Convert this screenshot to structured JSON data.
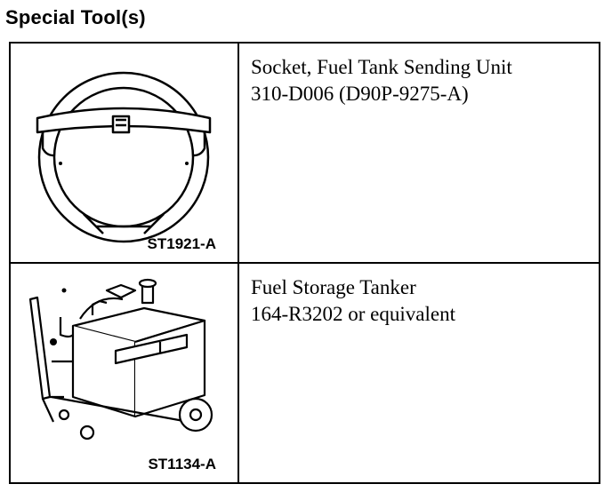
{
  "title": "Special Tool(s)",
  "tools": [
    {
      "image_ref": "ST1921-A",
      "icon": "fuel-tank-sending-unit-socket",
      "lines": [
        "Socket, Fuel Tank Sending Unit",
        "310-D006 (D90P-9275-A)"
      ]
    },
    {
      "image_ref": "ST1134-A",
      "icon": "fuel-storage-tanker",
      "lines": [
        "Fuel Storage Tanker",
        "164-R3202 or equivalent"
      ]
    }
  ]
}
